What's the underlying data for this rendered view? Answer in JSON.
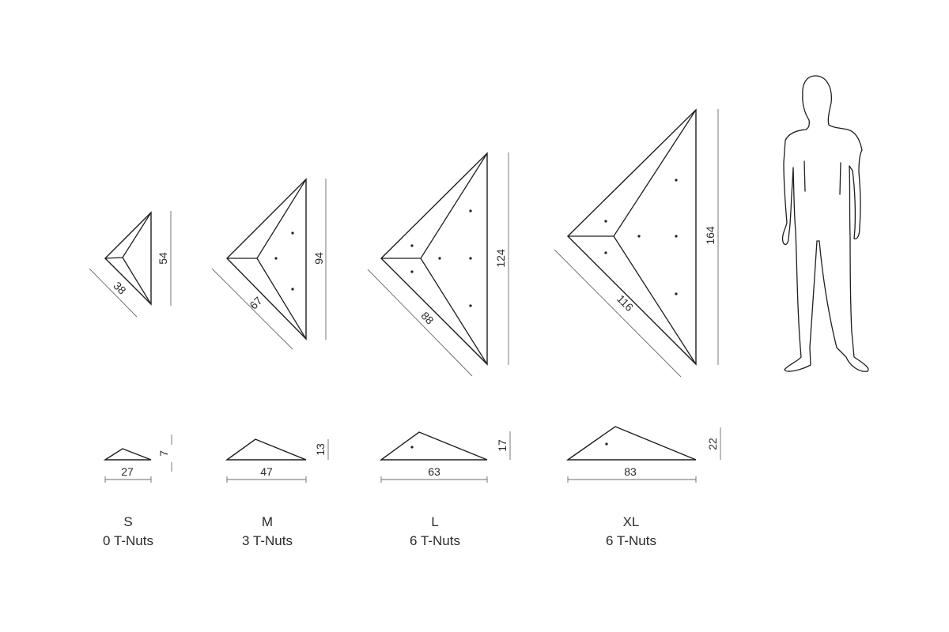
{
  "holds": [
    {
      "id": "s",
      "size": "S",
      "tnuts": "0 T-Nuts",
      "height": "54",
      "diagonal": "38",
      "depth": "7",
      "width": "27"
    },
    {
      "id": "m",
      "size": "M",
      "tnuts": "3 T-Nuts",
      "height": "94",
      "diagonal": "67",
      "depth": "13",
      "width": "47"
    },
    {
      "id": "l",
      "size": "L",
      "tnuts": "6 T-Nuts",
      "height": "124",
      "diagonal": "88",
      "depth": "17",
      "width": "63"
    },
    {
      "id": "xl",
      "size": "XL",
      "tnuts": "6 T-Nuts",
      "height": "164",
      "diagonal": "116",
      "depth": "22",
      "width": "83"
    }
  ],
  "scale_reference": {
    "icon": "human-silhouette-icon"
  },
  "colors": {
    "line": "#1e1e1e",
    "dimension_line": "#6a6a6a",
    "text": "#2b2b2b",
    "background": "#ffffff"
  }
}
